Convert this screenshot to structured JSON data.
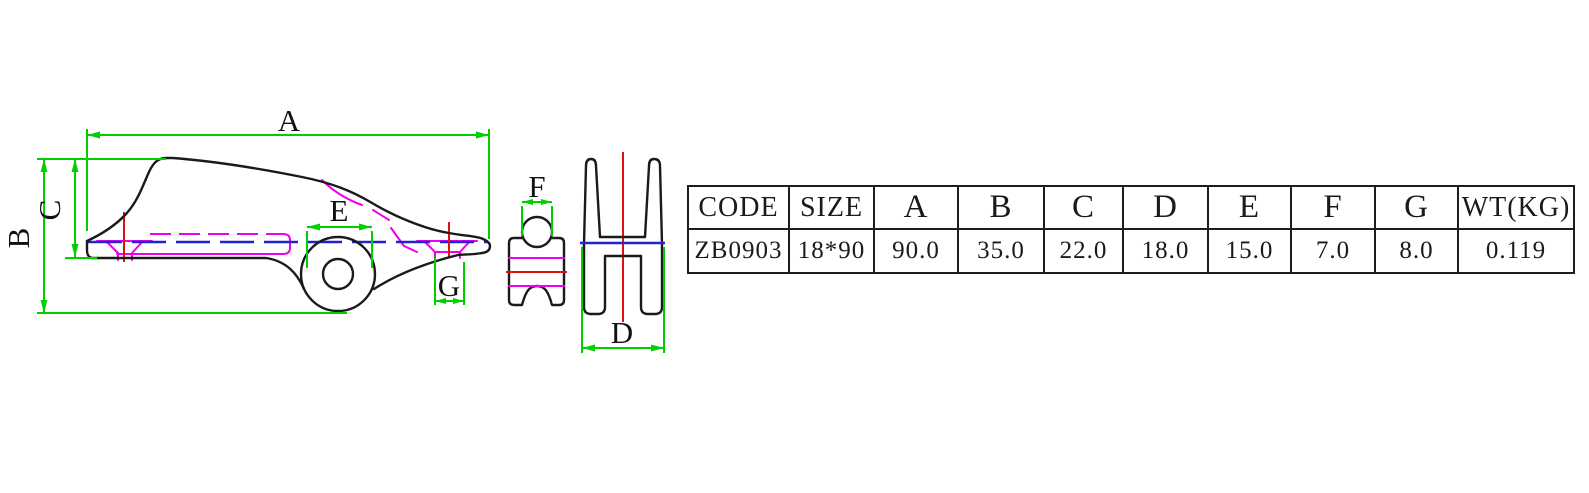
{
  "drawing": {
    "title": "part-dimension-drawing",
    "dimension_labels": {
      "a": "A",
      "b": "B",
      "c": "C",
      "d": "D",
      "e": "E",
      "f": "F",
      "g": "G"
    },
    "colors": {
      "dimension_green": "#00cf00",
      "hidden_magenta": "#ee00ee",
      "axis_blue": "#2222cc",
      "center_red": "#dd1111",
      "outline_black": "#1a1a1a"
    }
  },
  "table": {
    "headers": [
      "CODE",
      "SIZE",
      "A",
      "B",
      "C",
      "D",
      "E",
      "F",
      "G",
      "WT(KG)"
    ],
    "row": [
      "ZB0903",
      "18*90",
      "90.0",
      "35.0",
      "22.0",
      "18.0",
      "15.0",
      "7.0",
      "8.0",
      "0.119"
    ]
  }
}
